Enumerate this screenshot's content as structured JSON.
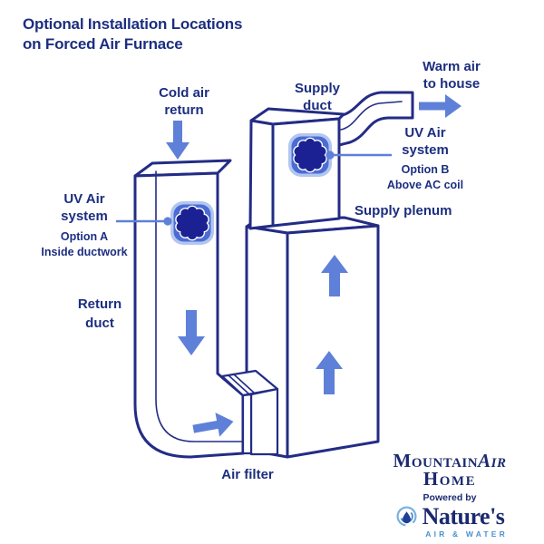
{
  "colors": {
    "navy": "#232c85",
    "text_navy": "#1c2e80",
    "arrow_blue": "#5e80d8",
    "uv_badge": "#4a6cd3",
    "uv_halo": "#b3c6f0",
    "uv_core": "#1b2193",
    "logo_navy": "#1b2a6e",
    "logo_blue": "#4b8fd2",
    "background": "#ffffff"
  },
  "title": "Optional Installation Locations\non Forced Air Furnace",
  "labels": {
    "cold_air_return": "Cold air\nreturn",
    "supply_duct": "Supply\nduct",
    "warm_air_to_house": "Warm air\nto house",
    "supply_plenum": "Supply plenum",
    "return_duct": "Return\nduct",
    "air_filter": "Air filter"
  },
  "uv_option_a": {
    "title": "UV Air\nsystem",
    "option": "Option A",
    "note": "Inside ductwork"
  },
  "uv_option_b": {
    "title": "UV Air\nsystem",
    "option": "Option B",
    "note": "Above AC coil"
  },
  "icons": {
    "uv_lamp_icon": "scalloped-circle-in-rounded-square-badge",
    "water_drop_icon": "droplet-in-swirl-ring",
    "arrows": "airflow-direction-arrows"
  },
  "logo": {
    "brand_mountain": "Mountain",
    "brand_air": "Air",
    "brand_home": "Home",
    "powered_by": "Powered by",
    "natures": "Nature's",
    "tagline": "AIR & WATER"
  }
}
